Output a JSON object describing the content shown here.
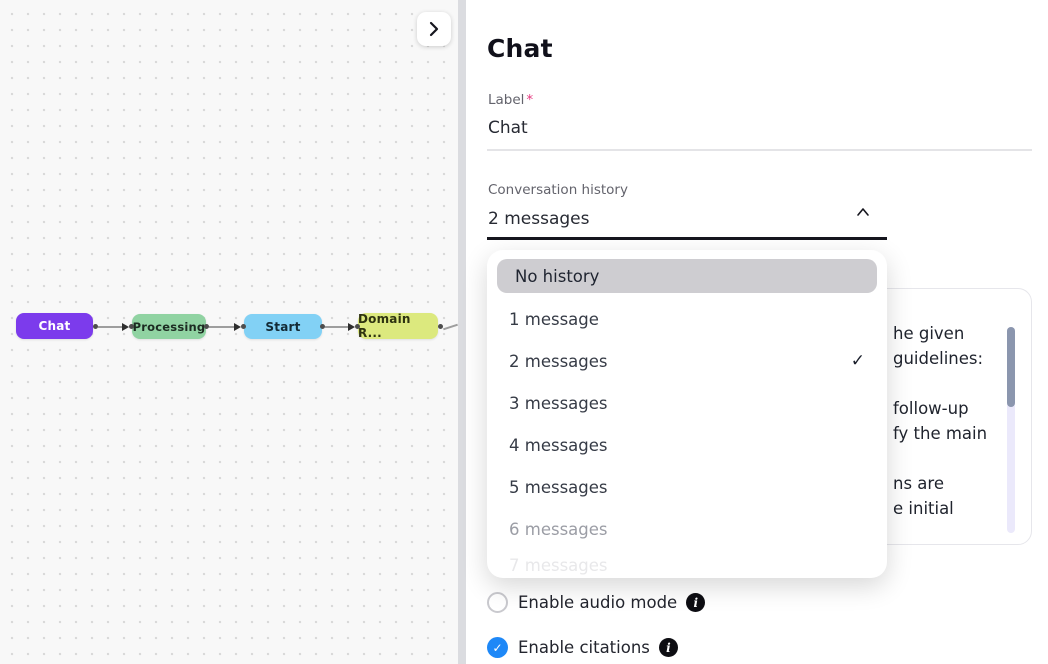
{
  "icons": {
    "check": "✓",
    "info": "i"
  },
  "canvas": {
    "nodes": [
      {
        "label": "Chat",
        "color": "#7c3bec",
        "text_color": "#ffffff"
      },
      {
        "label": "Processing",
        "color": "#90d3a2",
        "text_color": "#1c2b21"
      },
      {
        "label": "Start",
        "color": "#82d1f5",
        "text_color": "#132a35"
      },
      {
        "label": "Domain R...",
        "color": "#dce97e",
        "text_color": "#2e3310"
      }
    ]
  },
  "panel": {
    "title": "Chat",
    "label_field": {
      "label": "Label",
      "required_marker": "*",
      "value": "Chat"
    },
    "history_field": {
      "label": "Conversation history",
      "value": "2 messages"
    },
    "dropdown": {
      "items": [
        {
          "label": "No history"
        },
        {
          "label": "1 message"
        },
        {
          "label": "2 messages",
          "selected": true
        },
        {
          "label": "3 messages"
        },
        {
          "label": "4 messages"
        },
        {
          "label": "5 messages"
        },
        {
          "label": "6 messages"
        },
        {
          "label": "7 messages"
        }
      ]
    },
    "prompt_box": {
      "visible_fragments": [
        "he given",
        "guidelines:",
        "",
        "follow-up",
        "fy the main",
        "",
        "ns are",
        "e initial"
      ]
    },
    "checkboxes": [
      {
        "label": "Enable audio mode",
        "checked": false
      },
      {
        "label": "Enable citations",
        "checked": true
      }
    ],
    "colors": {
      "checkbox_checked": "#1e88f7",
      "required_marker": "#e5397f",
      "select_underline": "#16161e",
      "node_chat": "#7c3bec",
      "node_processing": "#90d3a2",
      "node_start": "#82d1f5",
      "node_domain_router": "#dce97e"
    }
  }
}
